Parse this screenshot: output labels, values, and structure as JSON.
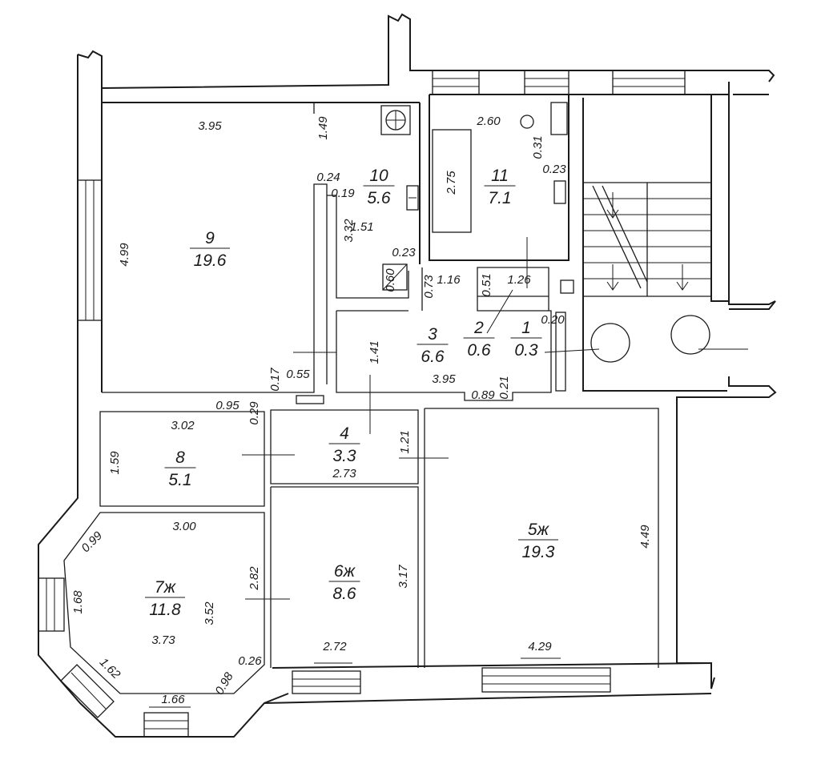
{
  "rooms": [
    {
      "id": "9",
      "number": "9",
      "area": "19.6"
    },
    {
      "id": "10",
      "number": "10",
      "area": "5.6"
    },
    {
      "id": "11",
      "number": "11",
      "area": "7.1"
    },
    {
      "id": "3",
      "number": "3",
      "area": "6.6"
    },
    {
      "id": "2",
      "number": "2",
      "area": "0.6"
    },
    {
      "id": "1",
      "number": "1",
      "area": "0.3"
    },
    {
      "id": "4",
      "number": "4",
      "area": "3.3"
    },
    {
      "id": "8",
      "number": "8",
      "area": "5.1"
    },
    {
      "id": "5",
      "number": "5ж",
      "area": "19.3"
    },
    {
      "id": "6",
      "number": "6ж",
      "area": "8.6"
    },
    {
      "id": "7",
      "number": "7ж",
      "area": "11.8"
    }
  ],
  "dimensions": [
    "3.95",
    "4.99",
    "1.49",
    "0.24",
    "0.19",
    "3.32",
    "1.51",
    "0.23",
    "0.60",
    "2.60",
    "0.31",
    "0.23",
    "2.75",
    "0.73",
    "1.16",
    "0.51",
    "1.26",
    "0.20",
    "1.41",
    "3.95",
    "0.89",
    "0.21",
    "0.17",
    "0.55",
    "0.95",
    "0.29",
    "3.02",
    "1.59",
    "2.73",
    "1.21",
    "4.49",
    "3.00",
    "0.99",
    "1.68",
    "2.82",
    "3.52",
    "3.73",
    "0.26",
    "0.98",
    "1.62",
    "1.66",
    "3.17",
    "2.72",
    "4.29"
  ]
}
